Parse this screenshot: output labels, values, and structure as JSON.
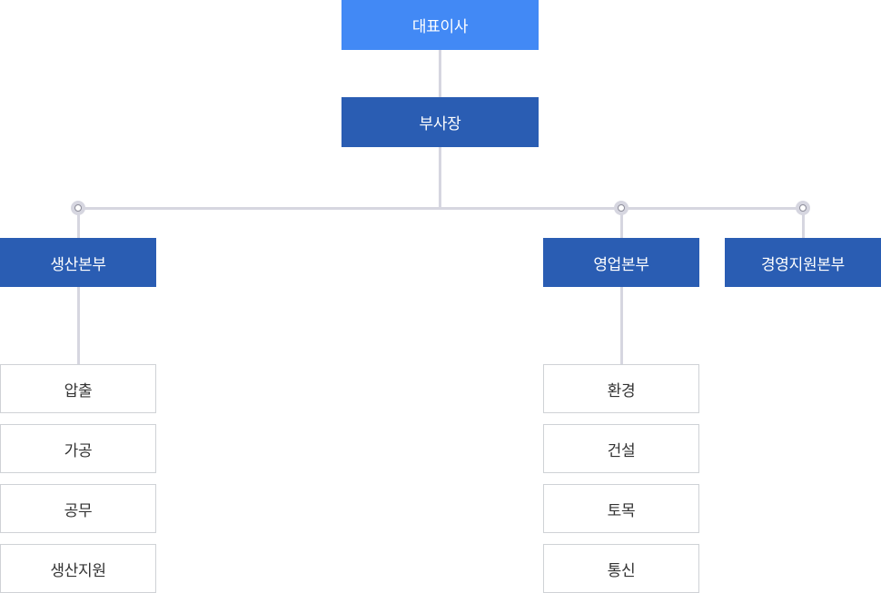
{
  "colors": {
    "ceo_fill": "#4289f5",
    "division_fill": "#2a5db3",
    "connector": "#d6d6e0",
    "team_border": "#cfd2d6",
    "team_text": "#333333"
  },
  "ceo": {
    "label": "대표이사"
  },
  "vice_president": {
    "label": "부사장"
  },
  "divisions": [
    {
      "label": "생산본부",
      "teams": [
        "압출",
        "가공",
        "공무",
        "생산지원"
      ]
    },
    {
      "label": "영업본부",
      "teams": [
        "환경",
        "건설",
        "토목",
        "통신"
      ]
    },
    {
      "label": "경영지원본부",
      "teams": []
    }
  ]
}
